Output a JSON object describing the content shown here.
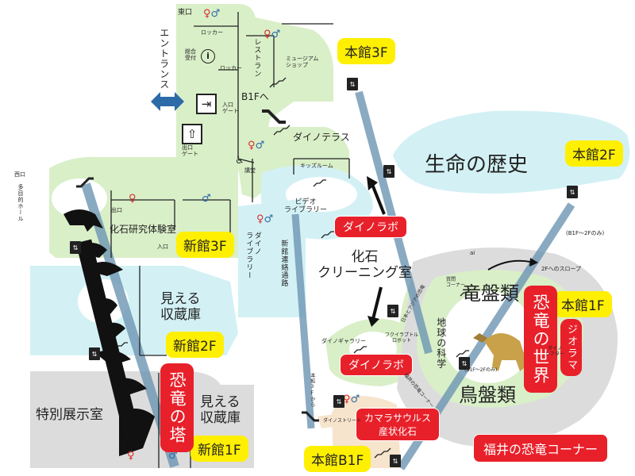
{
  "colors": {
    "green": "#d9efc8",
    "cyan": "#d3f1f5",
    "gray": "#dcdcdc",
    "connector": "#6d96b3",
    "highlight": "#ffef00",
    "red": "#e8202a"
  },
  "floor_tags": {
    "honkan3f": "本館3F",
    "honkan2f": "本館2F",
    "shinkan3f": "新館3F",
    "shinkan2f": "新館2F",
    "honkan1f": "本館1F",
    "shinkan1f": "新館1F",
    "honkanb1f": "本館B1F"
  },
  "areas": {
    "seimei": "生命の歴史",
    "mieru_2f": "見える\n収蔵庫",
    "mieru_1f": "見える\n収蔵庫",
    "tokubetsu": "特別展示室",
    "kaseki_cleaning": "化石\nクリーニング室",
    "kaseki_kenkyu": "化石研究体験室",
    "chikyu": "地球の科学",
    "ryuban": "竜盤類",
    "chouban": "鳥盤類"
  },
  "red_labels": {
    "dino_lab_top": "ダイノラボ",
    "dino_lab_bottom": "ダイノラボ",
    "kamarasaurus": "カマラサウルス\n産状化石",
    "fukui_corner": "福井の恐竜コーナー",
    "kyoryu_no_sekai": "恐竜の世界",
    "kyoryu_no_tou": "恐竜の塔",
    "dino_theater": "ジオラマ"
  },
  "labels": {
    "higashiguchi": "東口",
    "locker1": "ロッカー",
    "locker2": "ロッカー",
    "sougou": "総合\n受付",
    "restaurant": "レストラン",
    "museum_shop": "ミュージアム\nショップ",
    "entrance": "エントランス",
    "iriguchi_gate": "入口\nゲート",
    "deguchi_gate": "出口\nゲート",
    "b1f_he": "B1Fへ",
    "dino_terrace": "ダイノテラス",
    "kids_room": "キッズルーム",
    "kodo": "講堂",
    "video_library": "ビデオ\nライブラリー",
    "dino_library": "ダイノ\nライブラリー",
    "shinkan_renraku": "新館連絡通路",
    "nishiguchi": "西口",
    "tamokuteki": "多目的ホール",
    "deguchi": "出口",
    "iriguchi": "入口",
    "dino_gallery": "ダイノギャラリー",
    "fukui_robot": "フクイラプトル\nロボット",
    "shitsumon": "質問\nコーナー",
    "asia_corner": "日本とアジアの恐竜",
    "fukui_dino_corner": "福井の恐竜コーナー",
    "slope_2f": "2Fへのスロープ",
    "b1f_2f_only": "(B1F〜2Fのみ)",
    "b1f_2f_small": "(B1F〜2Fのみ)",
    "ai_mark": "ai",
    "dino_street": "ダイノストリート",
    "dino_theater_sub": "ダイノ\nシアター",
    "honkan_3f_kara": "本館3Fから"
  }
}
